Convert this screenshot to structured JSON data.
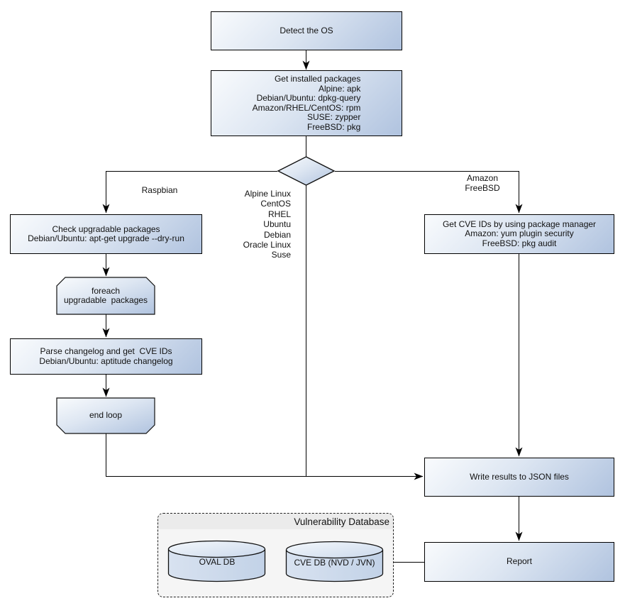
{
  "colors": {
    "node_border": "#000000",
    "node_gradient_start": "#f9fbfd",
    "node_gradient_end": "#b0c3df",
    "group_fill": "#f5f5f5",
    "group_header_fill": "#ebebeb",
    "connector": "#000000",
    "canvas_bg": "#ffffff"
  },
  "nodes": {
    "detect_os": {
      "label": "Detect the OS"
    },
    "get_installed_packages": {
      "label": "Get installed packages\nAlpine: apk\nDebian/Ubuntu: dpkg-query\nAmazon/RHEL/CentOS: rpm\nSUSE: zypper\nFreeBSD: pkg"
    },
    "check_upgradable": {
      "label": "Check upgradable packages\nDebian/Ubuntu: apt-get upgrade --dry-run"
    },
    "foreach_loop_start": {
      "label": "foreach\nupgradable  packages"
    },
    "parse_changelog": {
      "label": "Parse changelog and get  CVE IDs\nDebian/Ubuntu: aptitude changelog"
    },
    "loop_end": {
      "label": "end loop"
    },
    "get_cve_ids": {
      "label": "Get CVE IDs by using package manager\nAmazon: yum plugin security\nFreeBSD: pkg audit"
    },
    "write_results": {
      "label": "Write results to JSON files"
    },
    "report": {
      "label": "Report"
    },
    "oval_db": {
      "label": "OVAL DB"
    },
    "cve_db": {
      "label": "CVE DB (NVD / JVN)"
    }
  },
  "group": {
    "title": "Vulnerability Database"
  },
  "edge_labels": {
    "raspbian": "Raspbian",
    "amazon_freebsd": "Amazon\nFreeBSD",
    "os_list": "Alpine Linux\nCentOS\nRHEL\nUbuntu\nDebian\nOracle Linux\nSuse"
  }
}
